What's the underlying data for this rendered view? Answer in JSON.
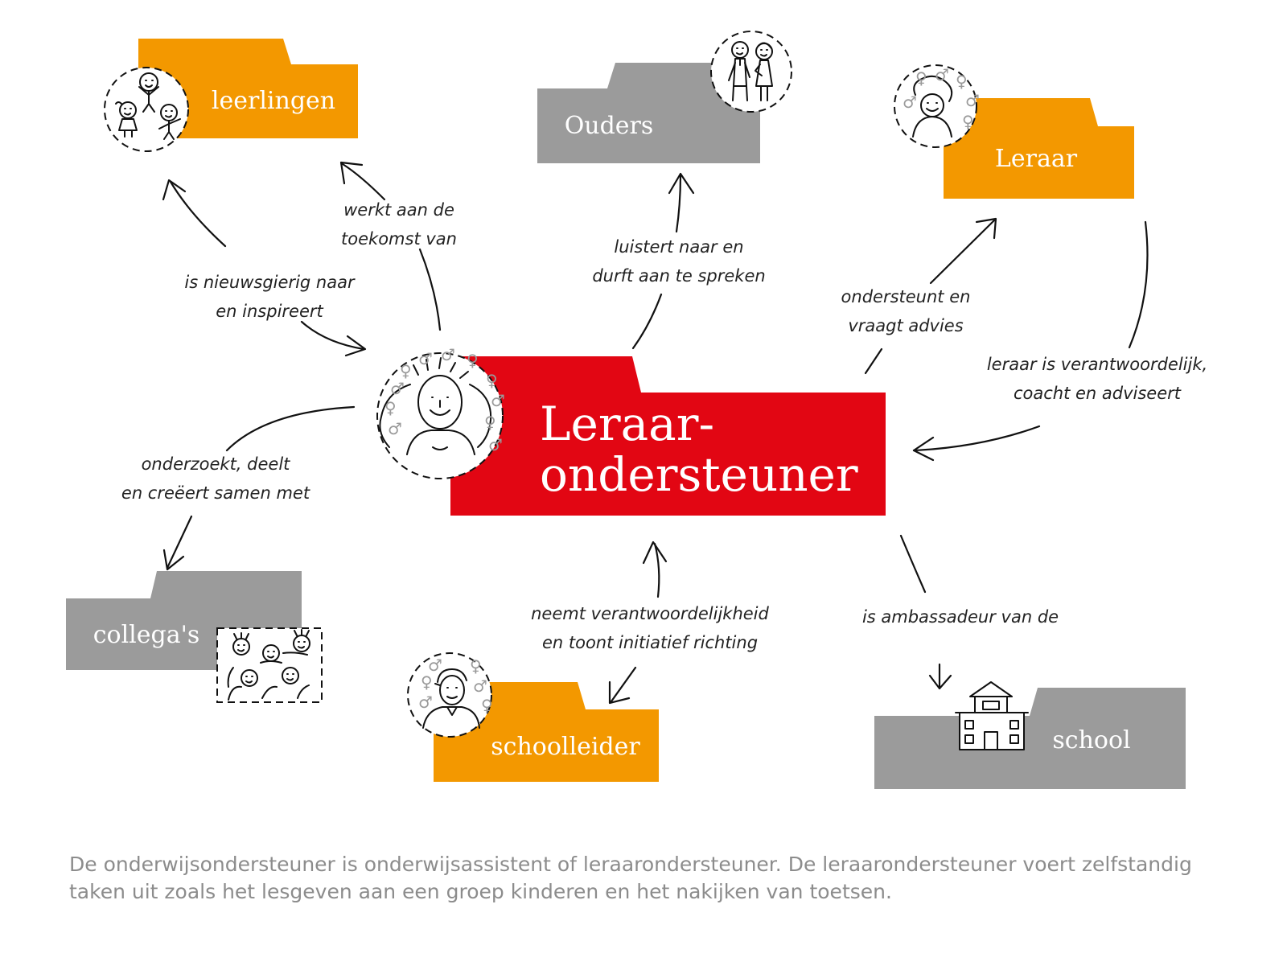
{
  "colors": {
    "orange": "#f39800",
    "grey": "#9b9b9b",
    "red": "#e20613",
    "ink": "#111111",
    "caption": "#8c8c8c",
    "symbols": "#9a9a9a"
  },
  "center": {
    "line1": "Leraar-",
    "line2": "ondersteuner"
  },
  "nodes": {
    "leerlingen": "leerlingen",
    "ouders": "Ouders",
    "leraar": "Leraar",
    "collegas": "collega's",
    "schoolleider": "schoolleider",
    "school": "school"
  },
  "edges": {
    "leerlingen_left": [
      "is nieuwsgierig naar",
      "en inspireert"
    ],
    "leerlingen_right": [
      "werkt aan de",
      "toekomst van"
    ],
    "ouders": [
      "luistert naar en",
      "durft aan te spreken"
    ],
    "leraar_out": [
      "ondersteunt en",
      "vraagt advies"
    ],
    "leraar_in": [
      "leraar is verantwoordelijk,",
      "coacht en adviseert"
    ],
    "collegas": [
      "onderzoekt, deelt",
      "en creëert samen met"
    ],
    "schoolleider": [
      "neemt verantwoordelijkheid",
      "en toont initiatief richting"
    ],
    "school": [
      "is ambassadeur van de"
    ]
  },
  "symbols": {
    "female": "♀",
    "male": "♂"
  },
  "illustrations": {
    "leerlingen": "children-doodle-icon",
    "ouders": "parents-doodle-icon",
    "leraar": "teacher-doodle-icon",
    "center": "assistant-doodle-icon",
    "collegas": "colleagues-doodle-icon",
    "schoolleider": "principal-doodle-icon",
    "school": "school-building-icon"
  },
  "caption": "De onderwijsondersteuner is onderwijsassistent of leraarondersteuner. De leraarondersteuner voert zelfstandig taken uit zoals het lesgeven aan een groep kinderen en het nakijken van toetsen."
}
